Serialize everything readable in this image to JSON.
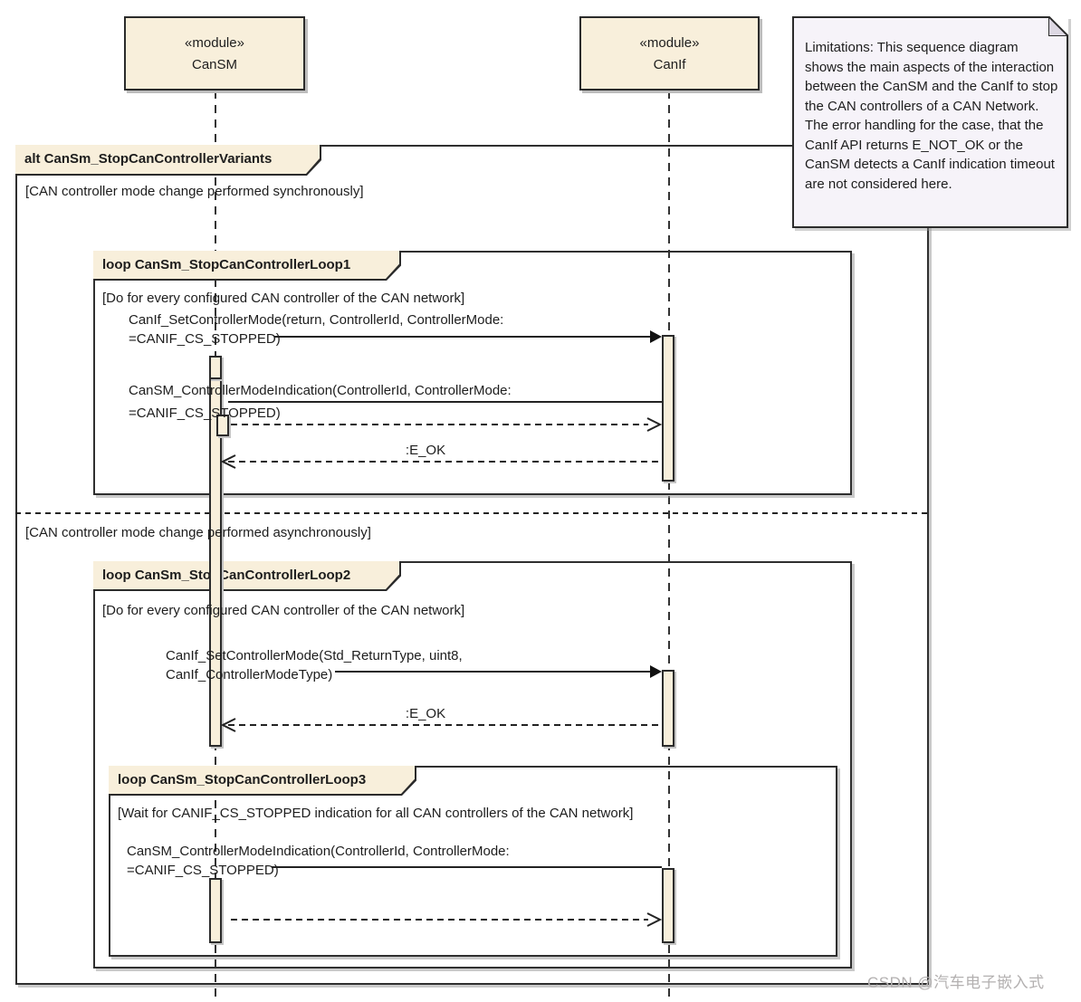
{
  "participants": [
    {
      "stereotype": "«module»",
      "name": "CanSM"
    },
    {
      "stereotype": "«module»",
      "name": "CanIf"
    }
  ],
  "note": {
    "text": "Limitations: This sequence diagram shows the main aspects of the interaction between the CanSM and the CanIf to stop the CAN controllers of a CAN Network. The error handling for the case, that the CanIf API returns E_NOT_OK or the CanSM detects a CanIf indication timeout are not considered here."
  },
  "fragments": {
    "alt": {
      "label": "alt CanSm_StopCanControllerVariants",
      "guard_sync": "[CAN controller mode change performed synchronously]",
      "guard_async": "[CAN controller mode change performed asynchronously]"
    },
    "loop1": {
      "label": "loop CanSm_StopCanControllerLoop1",
      "guard": "[Do for every configured CAN controller of the CAN network]"
    },
    "loop2": {
      "label": "loop CanSm_StopCanControllerLoop2",
      "guard": "[Do for every configured CAN controller of the CAN network]"
    },
    "loop3": {
      "label": "loop CanSm_StopCanControllerLoop3",
      "guard": "[Wait for CANIF_CS_STOPPED indication for all CAN controllers of the CAN network]"
    }
  },
  "messages": {
    "set_ctrl_mode_sync": {
      "line1": "CanIf_SetControllerMode(return, ControllerId, ControllerMode:",
      "line2": "=CANIF_CS_STOPPED)"
    },
    "mode_indication_sync": {
      "line1": "CanSM_ControllerModeIndication(ControllerId, ControllerMode:",
      "line2": "=CANIF_CS_STOPPED)"
    },
    "return_eok_sync": ":E_OK",
    "set_ctrl_mode_async": {
      "line1": "CanIf_SetControllerMode(Std_ReturnType, uint8,",
      "line2": "CanIf_ControllerModeType)"
    },
    "return_eok_async": ":E_OK",
    "mode_indication_async": {
      "line1": "CanSM_ControllerModeIndication(ControllerId, ControllerMode:",
      "line2": "=CANIF_CS_STOPPED)"
    }
  },
  "watermark": "CSDN @汽车电子嵌入式",
  "colors": {
    "element_fill": "#f8efdb",
    "note_fill": "#f6f3f9",
    "line": "#2b2b2b",
    "watermark": "#b3b0b0"
  }
}
